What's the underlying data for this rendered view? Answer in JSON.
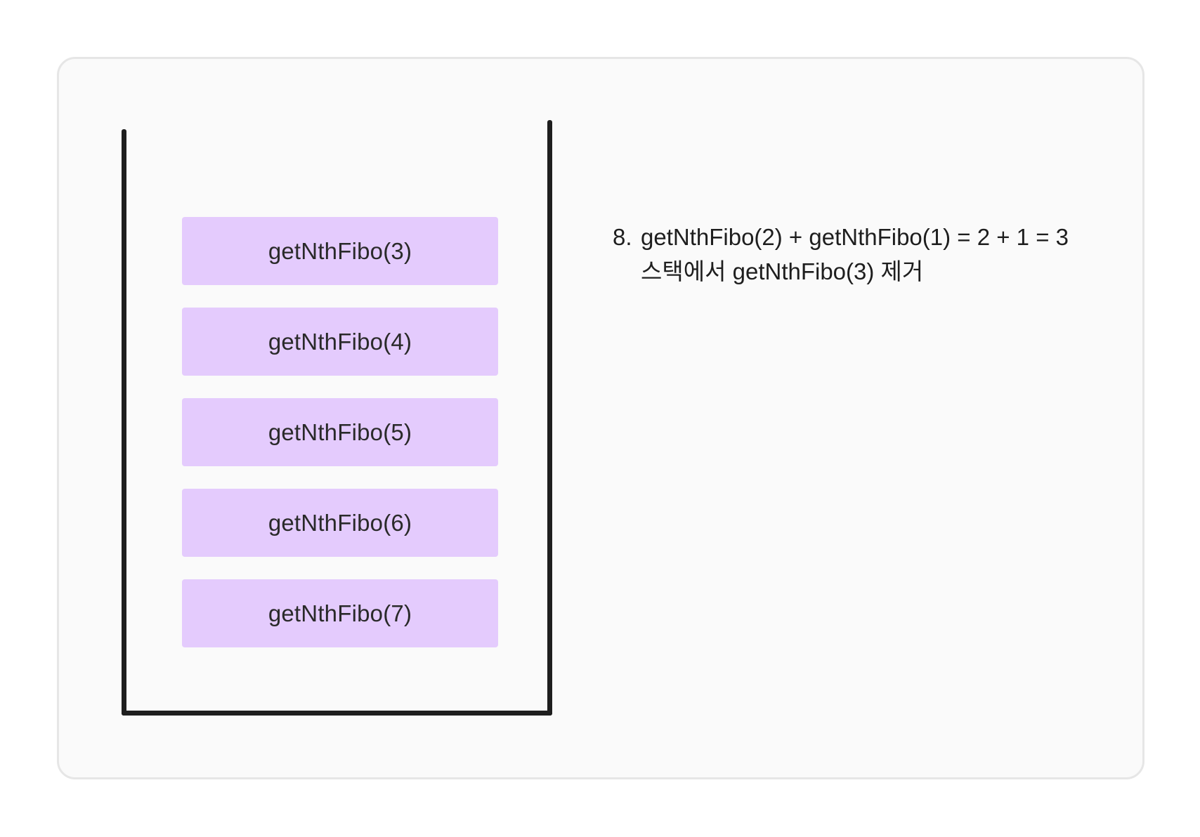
{
  "stack": {
    "frames": [
      {
        "label": "getNthFibo(3)"
      },
      {
        "label": "getNthFibo(4)"
      },
      {
        "label": "getNthFibo(5)"
      },
      {
        "label": "getNthFibo(6)"
      },
      {
        "label": "getNthFibo(7)"
      }
    ]
  },
  "description": {
    "step_number": "8.",
    "line1": "getNthFibo(2) + getNthFibo(1) = 2 + 1 = 3",
    "line2": "스택에서 getNthFibo(3) 제거"
  },
  "colors": {
    "frame_fill": "#e4cbfd",
    "stack_outline": "#1e1e1e",
    "card_background": "#fafafa",
    "card_border": "#e6e6e6"
  }
}
